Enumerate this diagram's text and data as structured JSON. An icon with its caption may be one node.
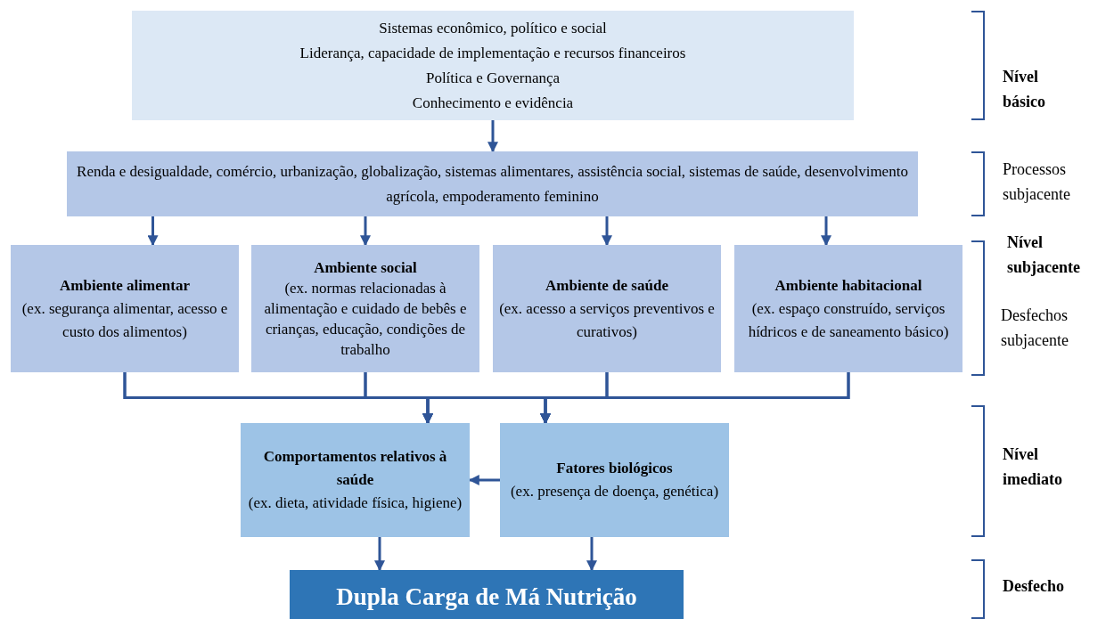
{
  "diagram": {
    "nodes": [
      {
        "text": [
          "Sistemas econômico, político e social",
          "Liderança, capacidade de implementação e recursos financeiros",
          "Política e Governança",
          "Conhecimento e evidência"
        ]
      },
      {
        "text": [
          "Renda e desigualdade, comércio, urbanização, globalização, sistemas alimentares, assistência social, sistemas de saúde, desenvolvimento agrícola, empoderamento feminino"
        ]
      },
      {
        "text": [
          "Ambiente alimentar",
          "(ex. segurança alimentar, acesso e custo dos alimentos)"
        ]
      },
      {
        "text": [
          "Ambiente social",
          "(ex. normas relacionadas à alimentação e cuidado de bebês e crianças, educação, condições de trabalho"
        ]
      },
      {
        "text": [
          "Ambiente de saúde",
          "(ex. acesso a serviços preventivos e curativos)"
        ]
      },
      {
        "text": [
          "Ambiente habitacional",
          "(ex. espaço construído, serviços hídricos e de saneamento básico)"
        ]
      },
      {
        "text": [
          "Comportamentos relativos à saúde",
          "(ex. dieta, atividade física, higiene)"
        ]
      },
      {
        "text": [
          "Fatores biológicos",
          "(ex. presença de doença, genética)"
        ]
      },
      {
        "text": [
          "Dupla Carga de Má Nutrição"
        ]
      }
    ],
    "edges": [
      {
        "from": 0,
        "to": 1,
        "arrow": "to"
      },
      {
        "from": 1,
        "to": 2,
        "arrow": "to"
      },
      {
        "from": 1,
        "to": 3,
        "arrow": "to"
      },
      {
        "from": 1,
        "to": 4,
        "arrow": "to"
      },
      {
        "from": 1,
        "to": 5,
        "arrow": "to"
      },
      {
        "from": 2,
        "to": 6,
        "arrow": "to"
      },
      {
        "from": 3,
        "to": 6,
        "arrow": "to"
      },
      {
        "from": 4,
        "to": 6,
        "arrow": "to"
      },
      {
        "from": 5,
        "to": 6,
        "arrow": "to"
      },
      {
        "from": 2,
        "to": 7,
        "arrow": "to"
      },
      {
        "from": 3,
        "to": 7,
        "arrow": "to"
      },
      {
        "from": 4,
        "to": 7,
        "arrow": "to"
      },
      {
        "from": 5,
        "to": 7,
        "arrow": "to"
      },
      {
        "from": 7,
        "to": 6,
        "arrow": "to"
      },
      {
        "from": 6,
        "to": 8,
        "arrow": "to"
      },
      {
        "from": 7,
        "to": 8,
        "arrow": "to"
      }
    ],
    "labels": [
      "Nível básico",
      "Processos subjacente",
      "Nível subjacente",
      "Desfechos subjacente",
      "Nível imediato",
      "Desfecho"
    ]
  }
}
